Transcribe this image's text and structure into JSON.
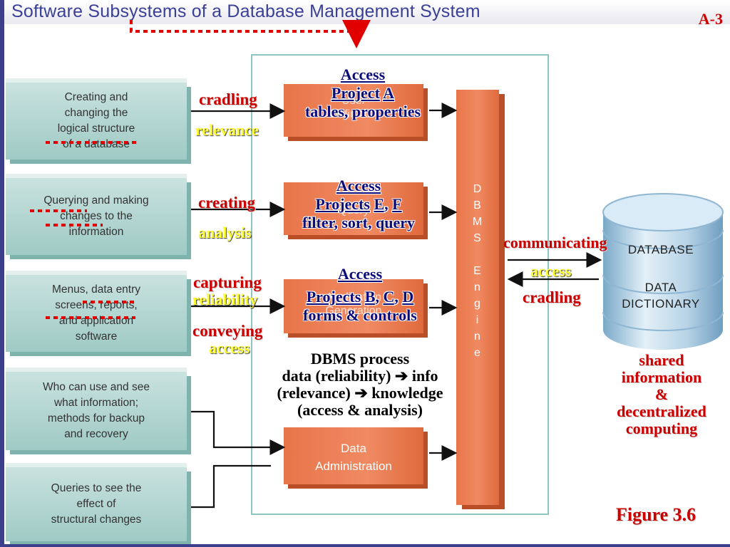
{
  "title": "Software Subsystems of a Database Management System",
  "slide_id": "A-3",
  "left_boxes": [
    {
      "lines": [
        "Creating and",
        "changing the",
        "logical structure",
        "of a database"
      ]
    },
    {
      "lines": [
        "Querying and making",
        "changes to the",
        "information"
      ]
    },
    {
      "lines": [
        "Menus, data entry",
        "screens, reports,",
        "and application",
        "software"
      ]
    },
    {
      "lines": [
        "Who can use and see",
        "what information;",
        "methods for backup",
        "and recovery"
      ]
    },
    {
      "lines": [
        "Queries to see the",
        "effect of",
        "structural changes"
      ]
    }
  ],
  "subsystems": [
    {
      "ghost": [
        "User",
        "Definition"
      ]
    },
    {
      "ghost": [
        "Query"
      ]
    },
    {
      "ghost": [
        "Application",
        "Generation"
      ]
    },
    {
      "ghost": []
    },
    {
      "lines": [
        "Data",
        "Administration"
      ]
    }
  ],
  "engine": {
    "letters": [
      "D",
      "B",
      "M",
      "S",
      "",
      "E",
      "n",
      "g",
      "i",
      "n",
      "e"
    ]
  },
  "access_notes": [
    {
      "line1": "Access",
      "line2a": "Project",
      "line2b": "A",
      "line3": "tables, properties"
    },
    {
      "line1": "Access",
      "line2a": "Projects",
      "line2b": "E",
      "line2c": "F",
      "line3": "filter, sort, query"
    },
    {
      "line1": "Access",
      "line2a": "Projects",
      "line2b": "B",
      "line2c": "C",
      "line2d": "D",
      "line3": "forms & controls"
    }
  ],
  "labels": {
    "cradling": "cradling",
    "relevance": "relevance",
    "creating": "creating",
    "analysis": "analysis",
    "capturing": "capturing",
    "reliability": "reliability",
    "conveying": "conveying",
    "access": "access",
    "communicating": "communicating",
    "access_right": "access",
    "cradling_right": "cradling"
  },
  "process": {
    "line1": "DBMS process",
    "line2": "data (reliability) ➔ info",
    "line3": "(relevance) ➔ knowledge",
    "line4": "(access & analysis)"
  },
  "database": {
    "lines": [
      "DATABASE",
      "DATA",
      "DICTIONARY"
    ]
  },
  "shared": {
    "lines": [
      "shared",
      "information",
      "&",
      "decentralized",
      "computing"
    ]
  },
  "figure_label": "Figure 3.6",
  "colors": {
    "accent_red": "#cc0000",
    "navy": "#0b0b7a",
    "teal": "#9fcac5",
    "orange": "#f08a62",
    "title_blue": "#3a3f98"
  }
}
